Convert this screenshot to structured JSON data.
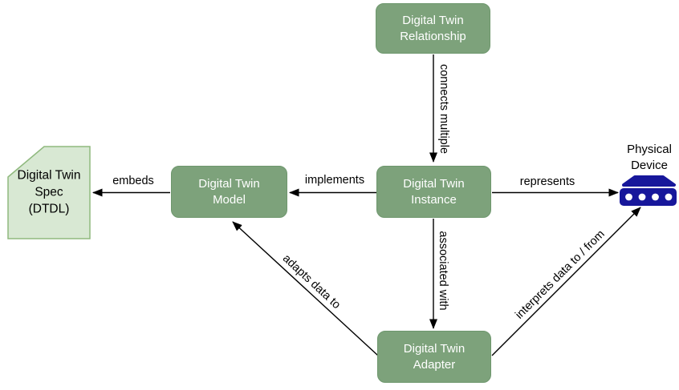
{
  "diagram": {
    "nodes": {
      "relationship": {
        "lines": [
          "Digital Twin",
          "Relationship"
        ]
      },
      "instance": {
        "lines": [
          "Digital Twin",
          "Instance"
        ]
      },
      "model": {
        "lines": [
          "Digital Twin",
          "Model"
        ]
      },
      "adapter": {
        "lines": [
          "Digital Twin",
          "Adapter"
        ]
      },
      "spec": {
        "lines": [
          "Digital Twin",
          "Spec",
          "(DTDL)"
        ]
      },
      "device": {
        "lines": [
          "Physical",
          "Device"
        ]
      }
    },
    "edges": [
      {
        "from": "relationship",
        "to": "instance",
        "label": "connects multiple"
      },
      {
        "from": "instance",
        "to": "model",
        "label": "implements"
      },
      {
        "from": "model",
        "to": "spec",
        "label": "embeds"
      },
      {
        "from": "instance",
        "to": "device",
        "label": "represents"
      },
      {
        "from": "instance",
        "to": "adapter",
        "label": "associated with"
      },
      {
        "from": "adapter",
        "to": "model",
        "label": "adapts data to"
      },
      {
        "from": "adapter",
        "to": "device",
        "label": "interprets data to / from"
      }
    ],
    "colors": {
      "background": "#ffffff",
      "node_fill": "#7da27b",
      "node_border": "#6e976d",
      "node_text": "#ffffff",
      "spec_fill": "#d8e8d3",
      "spec_border": "#8fb97e",
      "device_fill": "#17179b",
      "arrow": "#000000",
      "label_text": "#000000"
    }
  }
}
